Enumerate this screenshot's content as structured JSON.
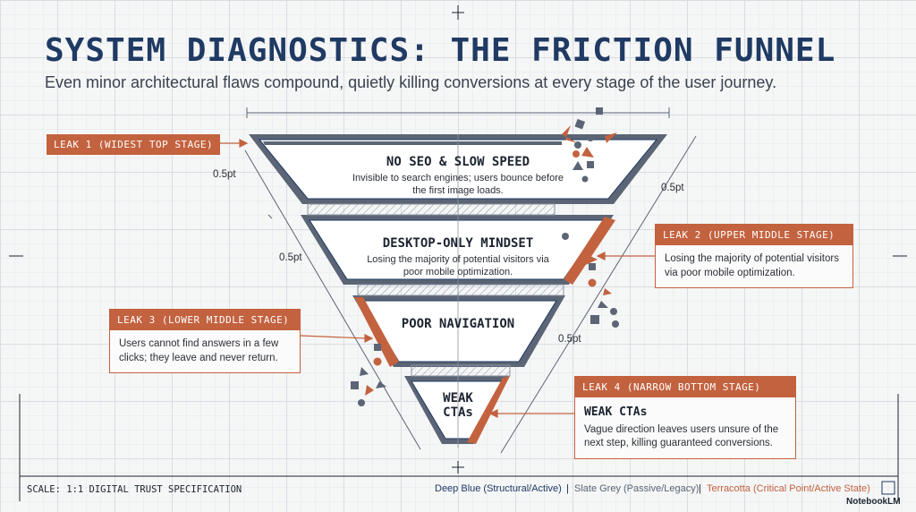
{
  "title": "SYSTEM DIAGNOSTICS: THE FRICTION FUNNEL",
  "subtitle": "Even minor architectural flaws compound, quietly killing conversions at every stage of the user journey.",
  "stages": [
    {
      "title": "NO SEO & SLOW SPEED",
      "desc": "Invisible to search engines; users bounce before the first image loads."
    },
    {
      "title": "DESKTOP-ONLY MINDSET",
      "desc": "Losing the majority of potential visitors via poor mobile optimization."
    },
    {
      "title": "POOR NAVIGATION",
      "desc": ""
    },
    {
      "title": "WEAK CTAs",
      "desc": ""
    }
  ],
  "leaks": {
    "leak1": {
      "label": "LEAK 1 (WIDEST TOP STAGE)"
    },
    "leak2": {
      "label": "LEAK 2 (UPPER MIDDLE STAGE)",
      "text": "Losing the majority of potential visitors via poor mobile optimization."
    },
    "leak3": {
      "label": "LEAK 3 (LOWER MIDDLE STAGE)",
      "text": "Users cannot find answers in a few clicks; they leave and never return."
    },
    "leak4": {
      "label": "LEAK 4 (NARROW BOTTOM STAGE)",
      "heading": "WEAK CTAs",
      "text": "Vague direction leaves users unsure of the next step, killing guaranteed conversions."
    }
  },
  "dimensions": {
    "d1": "0.5pt",
    "d2": "0.5pt",
    "d3": "0.5pt",
    "d4": "0.5pt"
  },
  "footer": {
    "scale": "SCALE: 1:1 DIGITAL TRUST SPECIFICATION",
    "legend1": "Deep Blue (Structural/Active)",
    "legend2": "Slate Grey (Passive/Legacy)",
    "legend3": "Terracotta (Critical Point/Active State)",
    "sep": "|",
    "brand": "NotebookLM"
  },
  "colors": {
    "blue": "#1f3a63",
    "slate": "#5b6575",
    "terracotta": "#c3623f"
  }
}
